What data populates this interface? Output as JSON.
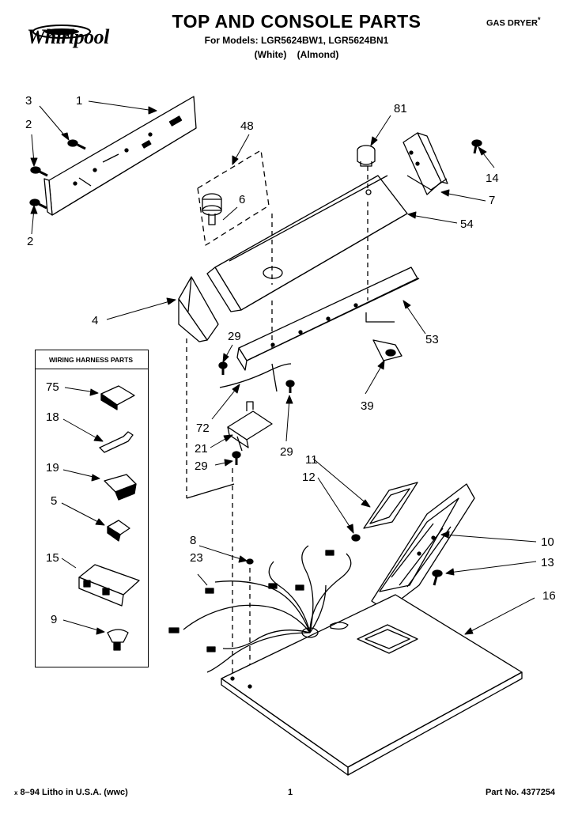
{
  "header": {
    "title": "TOP AND CONSOLE PARTS",
    "models_line": "For Models: LGR5624BW1, LGR5624BN1",
    "colors_line": "(White)    (Almond)",
    "product": "GAS DRYER",
    "asterisk": "*",
    "brand": "Whirlpool"
  },
  "harness_box": {
    "title": "WIRING HARNESS PARTS"
  },
  "callouts": [
    {
      "id": "c1",
      "text": "1"
    },
    {
      "id": "c2a",
      "text": "2"
    },
    {
      "id": "c2b",
      "text": "2"
    },
    {
      "id": "c3",
      "text": "3"
    },
    {
      "id": "c4",
      "text": "4"
    },
    {
      "id": "c5",
      "text": "5"
    },
    {
      "id": "c6",
      "text": "6"
    },
    {
      "id": "c7",
      "text": "7"
    },
    {
      "id": "c8",
      "text": "8"
    },
    {
      "id": "c9",
      "text": "9"
    },
    {
      "id": "c10",
      "text": "10"
    },
    {
      "id": "c11",
      "text": "11"
    },
    {
      "id": "c12",
      "text": "12"
    },
    {
      "id": "c13",
      "text": "13"
    },
    {
      "id": "c14",
      "text": "14"
    },
    {
      "id": "c15",
      "text": "15"
    },
    {
      "id": "c16",
      "text": "16"
    },
    {
      "id": "c18",
      "text": "18"
    },
    {
      "id": "c19",
      "text": "19"
    },
    {
      "id": "c21",
      "text": "21"
    },
    {
      "id": "c23",
      "text": "23"
    },
    {
      "id": "c29a",
      "text": "29"
    },
    {
      "id": "c29b",
      "text": "29"
    },
    {
      "id": "c29c",
      "text": "29"
    },
    {
      "id": "c39",
      "text": "39"
    },
    {
      "id": "c48",
      "text": "48"
    },
    {
      "id": "c53",
      "text": "53"
    },
    {
      "id": "c54",
      "text": "54"
    },
    {
      "id": "c72",
      "text": "72"
    },
    {
      "id": "c75",
      "text": "75"
    },
    {
      "id": "c81",
      "text": "81"
    }
  ],
  "footer": {
    "litho": "8–94 Litho in U.S.A. (wwc)",
    "litho_mark": "x",
    "page": "1",
    "part_no": "Part No. 4377254"
  }
}
